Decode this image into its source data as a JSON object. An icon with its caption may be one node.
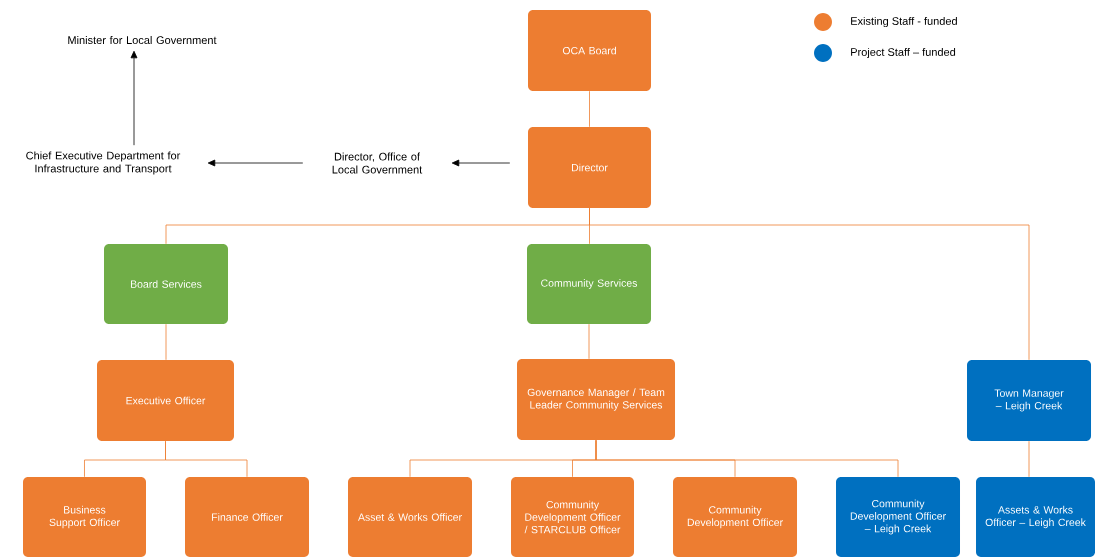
{
  "diagram": {
    "nodes": [
      {
        "text": [
          "Minister for Local Government"
        ]
      },
      {
        "text": [
          "Chief Executive Department for Infrastructure and Transport"
        ]
      },
      {
        "text": [
          "Director, Office of Local Government"
        ]
      },
      {
        "text": [
          "OCA Board"
        ]
      },
      {
        "text": [
          "Director"
        ]
      },
      {
        "text": [
          "Board Services"
        ]
      },
      {
        "text": [
          "Community Services"
        ]
      },
      {
        "text": [
          "Executive Officer"
        ]
      },
      {
        "text": [
          "Governance Manager / Team Leader Community Services"
        ]
      },
      {
        "text": [
          "Town Manager – Leigh Creek"
        ]
      },
      {
        "text": [
          "Business Support Officer"
        ]
      },
      {
        "text": [
          "Finance Officer"
        ]
      },
      {
        "text": [
          "Asset & Works Officer"
        ]
      },
      {
        "text": [
          "Community Development Officer / STARCLUB Officer"
        ]
      },
      {
        "text": [
          "Community Development Officer"
        ]
      },
      {
        "text": [
          "Community Development Officer – Leigh Creek"
        ]
      },
      {
        "text": [
          "Assets & Works Officer – Leigh Creek"
        ]
      }
    ],
    "edges": [
      {
        "from": 1,
        "to": 0,
        "arrow": "to",
        "color": "#000000"
      },
      {
        "from": 2,
        "to": 1,
        "arrow": "to",
        "color": "#000000"
      },
      {
        "from": 4,
        "to": 2,
        "arrow": "to",
        "color": "#000000"
      },
      {
        "from": 3,
        "to": 4,
        "arrow": "none"
      },
      {
        "from": 4,
        "to": 5,
        "arrow": "none"
      },
      {
        "from": 4,
        "to": 6,
        "arrow": "none"
      },
      {
        "from": 4,
        "to": 9,
        "arrow": "none"
      },
      {
        "from": 5,
        "to": 7,
        "arrow": "none"
      },
      {
        "from": 6,
        "to": 8,
        "arrow": "none"
      },
      {
        "from": 7,
        "to": 10,
        "arrow": "none"
      },
      {
        "from": 7,
        "to": 11,
        "arrow": "none"
      },
      {
        "from": 8,
        "to": 12,
        "arrow": "none"
      },
      {
        "from": 8,
        "to": 13,
        "arrow": "none"
      },
      {
        "from": 8,
        "to": 14,
        "arrow": "none"
      },
      {
        "from": 8,
        "to": 15,
        "arrow": "none"
      },
      {
        "from": 9,
        "to": 16,
        "arrow": "none"
      }
    ],
    "legend": [
      {
        "text": "Existing Staff - funded",
        "color": "#ed7d31"
      },
      {
        "text": "Project Staff – funded",
        "color": "#0070c0"
      }
    ]
  }
}
